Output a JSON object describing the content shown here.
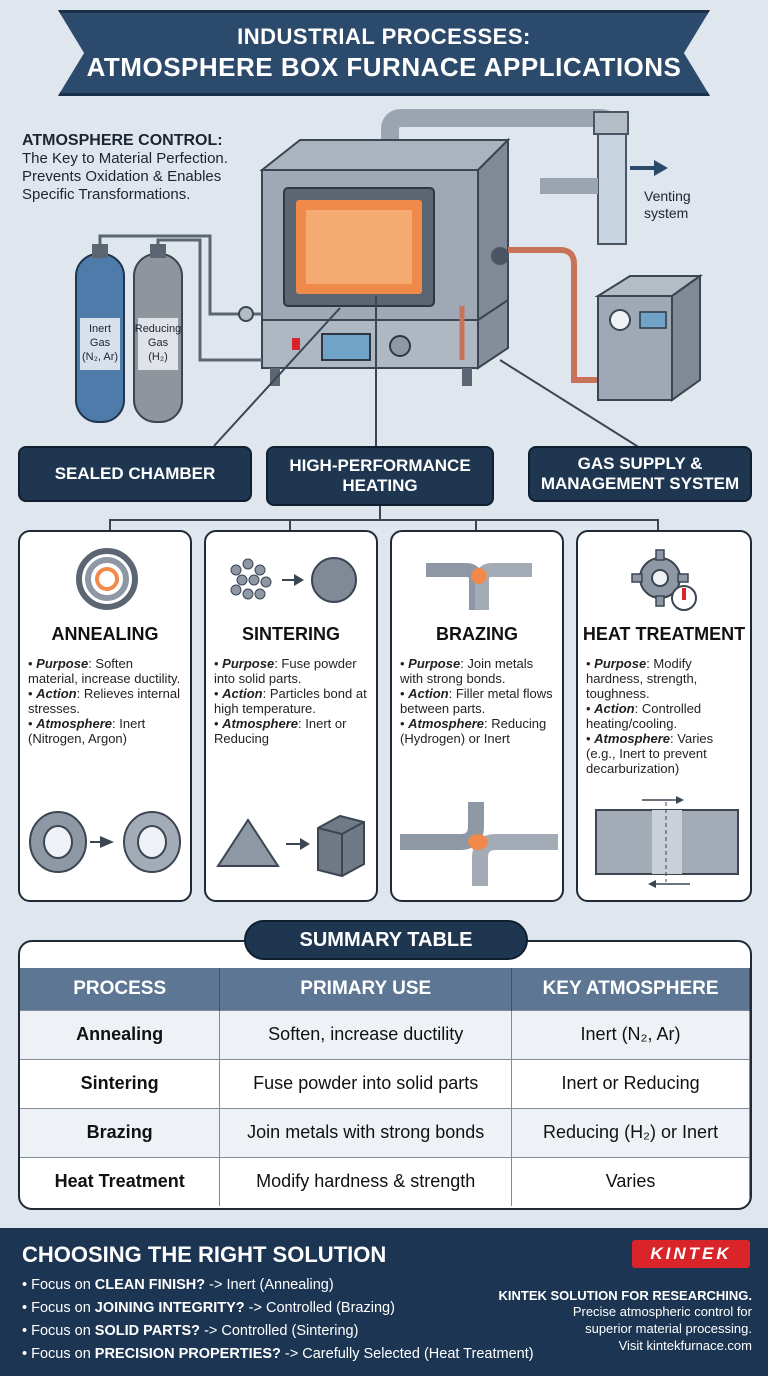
{
  "title": {
    "line1": "INDUSTRIAL PROCESSES:",
    "line2": "ATMOSPHERE BOX FURNACE APPLICATIONS"
  },
  "intro": {
    "heading": "ATMOSPHERE CONTROL:",
    "line1": "The Key to Material Perfection.",
    "line2": "Prevents Oxidation & Enables",
    "line3": "Specific Transformations."
  },
  "illustration": {
    "venting_line1": "Venting",
    "venting_line2": "system",
    "inert_gas": [
      "Inert",
      "Gas",
      "(N₂, Ar)"
    ],
    "reducing_gas": [
      "Reducing",
      "Gas",
      "(H₂)"
    ]
  },
  "callouts": {
    "sealed": "SEALED CHAMBER",
    "heating_l1": "HIGH-PERFORMANCE",
    "heating_l2": "HEATING",
    "gas_l1": "GAS SUPPLY &",
    "gas_l2": "MANAGEMENT SYSTEM"
  },
  "cards": [
    {
      "title": "ANNEALING",
      "items": [
        {
          "k": "Purpose",
          "v": ": Soften material, increase ductility."
        },
        {
          "k": "Action",
          "v": ": Relieves internal stresses."
        },
        {
          "k": "Atmosphere",
          "v": ": Inert (Nitrogen, Argon)"
        }
      ]
    },
    {
      "title": "SINTERING",
      "items": [
        {
          "k": "Purpose",
          "v": ": Fuse powder into solid parts."
        },
        {
          "k": "Action",
          "v": ": Particles bond at high temperature."
        },
        {
          "k": "Atmosphere",
          "v": ": Inert or Reducing"
        }
      ]
    },
    {
      "title": "BRAZING",
      "items": [
        {
          "k": "Purpose",
          "v": ": Join metals with strong bonds."
        },
        {
          "k": "Action",
          "v": ": Filler metal flows between parts."
        },
        {
          "k": "Atmosphere",
          "v": ": Reducing (Hydrogen) or Inert"
        }
      ]
    },
    {
      "title": "HEAT TREATMENT",
      "items": [
        {
          "k": "Purpose",
          "v": ": Modify hardness, strength, toughness."
        },
        {
          "k": "Action",
          "v": ": Controlled heating/cooling."
        },
        {
          "k": "Atmosphere",
          "v": ": Varies (e.g., Inert to prevent decarburization)"
        }
      ]
    }
  ],
  "summary": {
    "title": "SUMMARY TABLE",
    "headers": [
      "PROCESS",
      "PRIMARY USE",
      "KEY ATMOSPHERE"
    ],
    "rows": [
      [
        "Annealing",
        "Soften, increase ductility",
        "Inert (N₂, Ar)"
      ],
      [
        "Sintering",
        "Fuse powder into solid parts",
        "Inert or Reducing"
      ],
      [
        "Brazing",
        "Join metals with strong bonds",
        "Reducing (H₂) or Inert"
      ],
      [
        "Heat Treatment",
        "Modify hardness & strength",
        "Varies"
      ]
    ]
  },
  "choosing": {
    "heading": "CHOOSING THE RIGHT SOLUTION",
    "items": [
      {
        "pre": "Focus on ",
        "b": "CLEAN FINISH?",
        "post": " -> Inert (Annealing)"
      },
      {
        "pre": "Focus on ",
        "b": "JOINING INTEGRITY?",
        "post": " -> Controlled (Brazing)"
      },
      {
        "pre": "Focus on ",
        "b": "SOLID PARTS?",
        "post": " -> Controlled (Sintering)"
      },
      {
        "pre": "Focus on ",
        "b": "PRECISION PROPERTIES?",
        "post": " -> Carefully Selected (Heat Treatment)"
      }
    ]
  },
  "brand": {
    "logo": "KINTEK",
    "tag1": "KINTEK SOLUTION FOR RESEARCHING.",
    "tag2": "Precise atmospheric control for",
    "tag3": "superior material processing.",
    "tag4": "Visit kintekfurnace.com"
  },
  "colors": {
    "navy": "#1f3650",
    "banner": "#2c4a6b",
    "table_header": "#5c7694",
    "accent_red": "#d9242a",
    "glow": "#f08a4a"
  }
}
